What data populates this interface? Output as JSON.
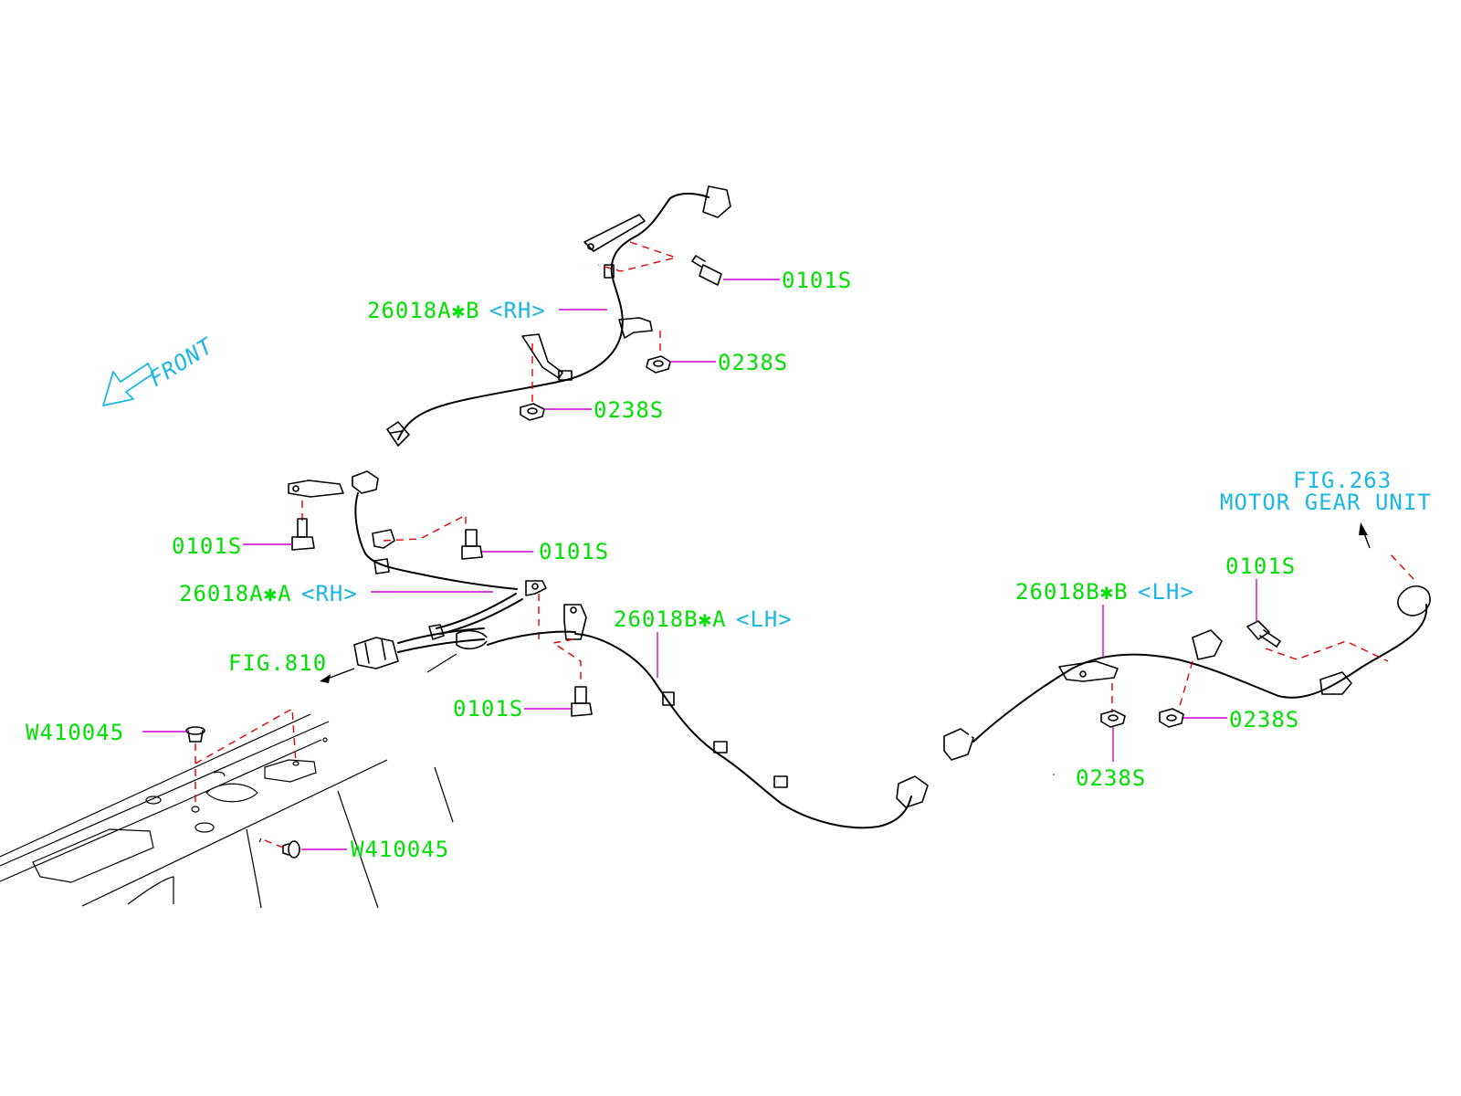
{
  "labels": {
    "front": "FRONT",
    "part_a_b": "26018A✱B",
    "part_a_b_side": "<RH>",
    "part_a_a": "26018A✱A",
    "part_a_a_side": "<RH>",
    "part_b_a": "26018B✱A",
    "part_b_a_side": "<LH>",
    "part_b_b": "26018B✱B",
    "part_b_b_side": "<LH>",
    "bolt_0101s": "0101S",
    "nut_0238s": "0238S",
    "clip_w410045": "W410045",
    "fig810": "FIG.810",
    "fig263": "FIG.263",
    "fig263_desc": "MOTOR GEAR UNIT"
  },
  "colors": {
    "part_number": "#00e000",
    "side_marker": "#1ab7e6",
    "leader_line": "#d000d0",
    "install_line": "#e00000",
    "drawing": "#000000"
  },
  "icons": [
    "front-arrow-icon",
    "bolt-icon",
    "nut-icon",
    "clip-icon",
    "connector-icon"
  ]
}
